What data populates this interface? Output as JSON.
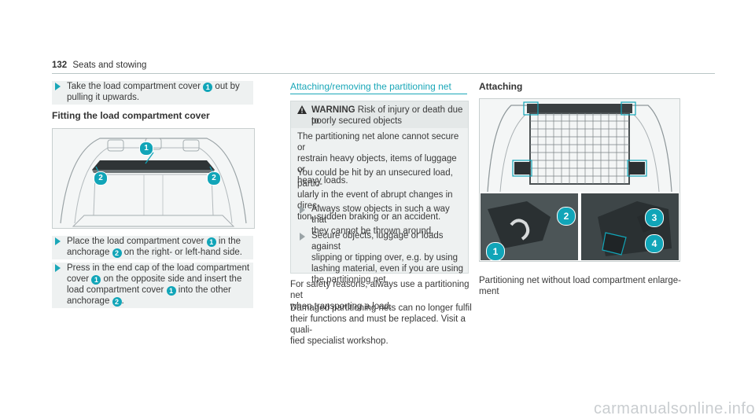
{
  "header": {
    "page_number": "132",
    "section": "Seats and stowing"
  },
  "left": {
    "step1": {
      "pre": "Take the load compartment cover ",
      "n": "1",
      "post": " out by\npulling it upwards."
    },
    "fitting_heading": "Fitting the load compartment cover",
    "fig_labels": [
      "1",
      "2",
      "2"
    ],
    "step2": {
      "a": "Place the load compartment cover ",
      "n1": "1",
      "b": " in the\nanchorage ",
      "n2": "2",
      "c": " on the right- or left-hand side."
    },
    "step3": {
      "a": "Press in the end cap of the load compartment\ncover ",
      "n1": "1",
      "b": " on the opposite side and insert the\nload compartment cover ",
      "n2": "1",
      "c": " into the other\nanchorage ",
      "n3": "2",
      "d": "."
    }
  },
  "middle": {
    "title": "Attaching/removing the partitioning net",
    "warning": {
      "label": "WARNING",
      "line1": " Risk of injury or death due to",
      "line2": "poorly secured objects",
      "para1": "The partitioning net alone cannot secure or\nrestrain heavy objects, items of luggage or\nheavy loads.",
      "para2": "You could be hit by an unsecured load, partic-\nularly in the event of abrupt changes in direc-\ntion, sudden braking or an accident.",
      "item1": "Always stow objects in such a way that\nthey cannot be thrown around.",
      "item2": "Secure objects, luggage or loads against\nslipping or tipping over, e.g. by using\nlashing material, even if you are using\nthe partitioning net."
    },
    "para_safety": "For safety reasons, always use a partitioning net\nwhen transporting a load.",
    "para_damaged": "Damaged partitioning nets can no longer fulfil\ntheir functions and must be replaced. Visit a quali-\nfied specialist workshop."
  },
  "right": {
    "heading": "Attaching",
    "fig_labels": [
      "1",
      "2",
      "3",
      "4"
    ],
    "caption": "Partitioning net without load compartment enlarge-\nment"
  },
  "footer": {
    "watermark": "carmanualsonline.info"
  },
  "colors": {
    "accent": "#1aa7b8",
    "badge": "#11a5b8",
    "panel": "#eef1f1"
  }
}
